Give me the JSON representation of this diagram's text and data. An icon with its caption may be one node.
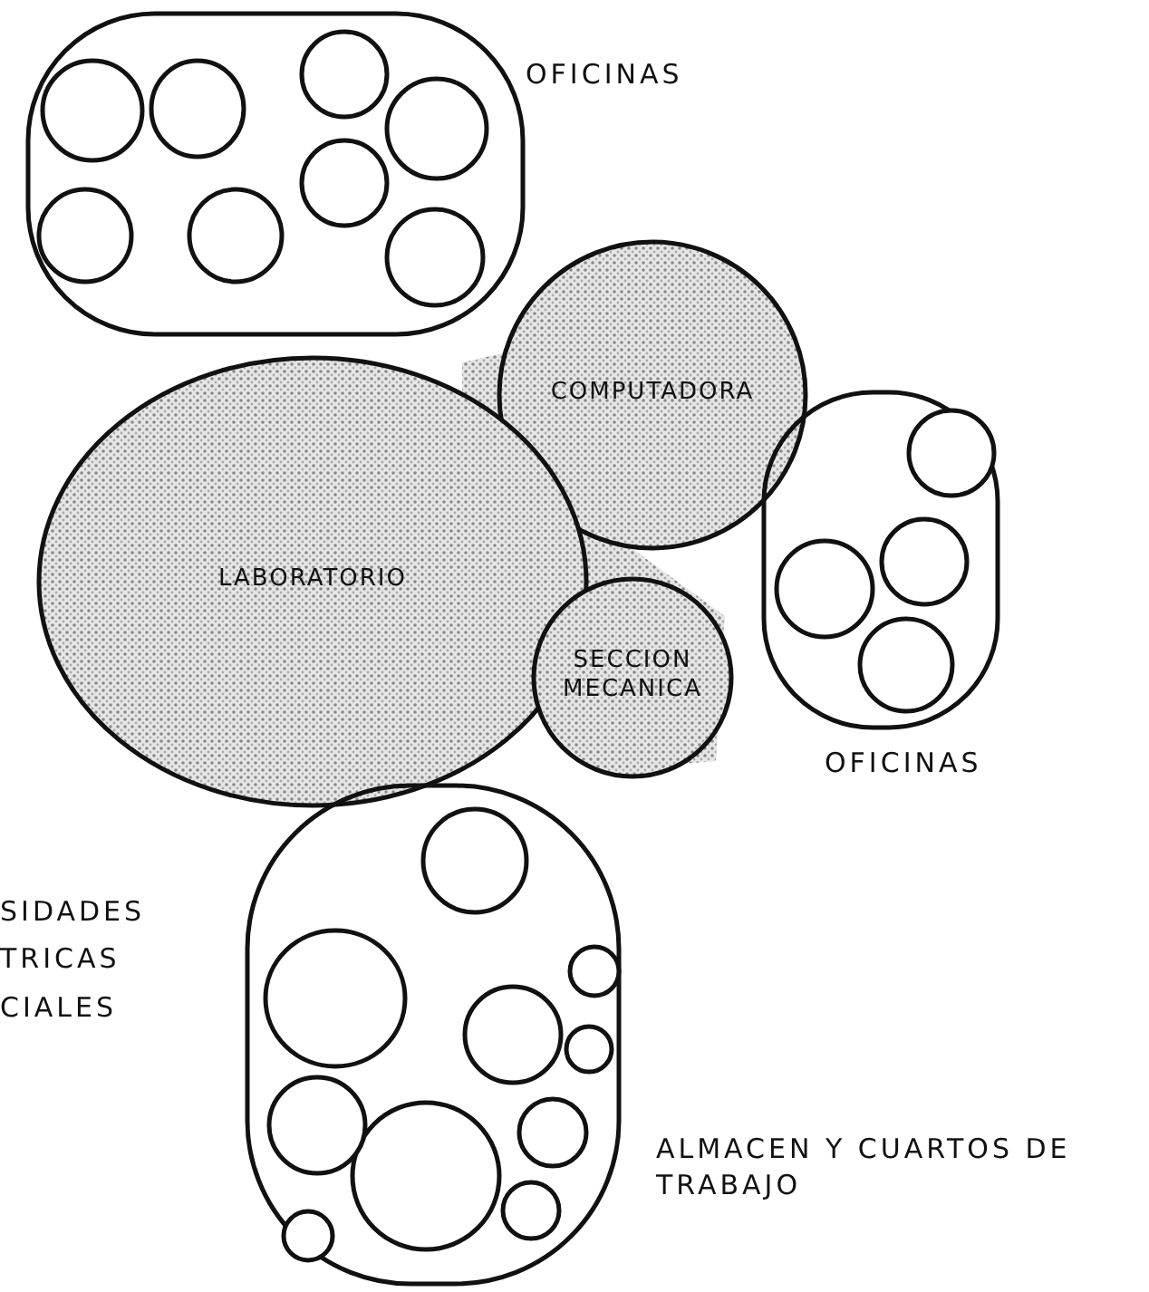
{
  "diagram": {
    "nodes": [
      {
        "text": [
          "OFICINAS"
        ]
      },
      {
        "text": [],
        "shape": "circle",
        "in": 0
      },
      {
        "text": [],
        "shape": "circle",
        "in": 0
      },
      {
        "text": [],
        "shape": "circle",
        "in": 0
      },
      {
        "text": [],
        "shape": "circle",
        "in": 0
      },
      {
        "text": [],
        "shape": "circle",
        "in": 0
      },
      {
        "text": [],
        "shape": "circle",
        "in": 0
      },
      {
        "text": [],
        "shape": "circle",
        "in": 0
      },
      {
        "text": [],
        "shape": "circle",
        "in": 0
      },
      {
        "text": [
          "COMPUTADORA"
        ]
      },
      {
        "text": [
          "LABORATORIO"
        ]
      },
      {
        "text": [
          "SECCION MECANICA"
        ]
      },
      {
        "text": [
          "OFICINAS"
        ]
      },
      {
        "text": [],
        "shape": "circle",
        "in": 12
      },
      {
        "text": [],
        "shape": "circle",
        "in": 12
      },
      {
        "text": [],
        "shape": "circle",
        "in": 12
      },
      {
        "text": [],
        "shape": "circle",
        "in": 12
      },
      {
        "text": [
          "ALMACEN Y CUARTOS DE TRABAJO"
        ]
      },
      {
        "text": [],
        "shape": "circle",
        "in": 17
      },
      {
        "text": [],
        "shape": "circle",
        "in": 17
      },
      {
        "text": [],
        "shape": "circle",
        "in": 17
      },
      {
        "text": [],
        "shape": "circle",
        "in": 17
      },
      {
        "text": [],
        "shape": "circle",
        "in": 17
      },
      {
        "text": [],
        "shape": "circle",
        "in": 17
      },
      {
        "text": [],
        "shape": "circle",
        "in": 17
      },
      {
        "text": [],
        "shape": "circle",
        "in": 17
      },
      {
        "text": [],
        "shape": "circle",
        "in": 17
      },
      {
        "text": [],
        "shape": "circle",
        "in": 17
      }
    ],
    "edges": [],
    "labels": [
      "SIDADES TRICAS CIALES"
    ]
  }
}
